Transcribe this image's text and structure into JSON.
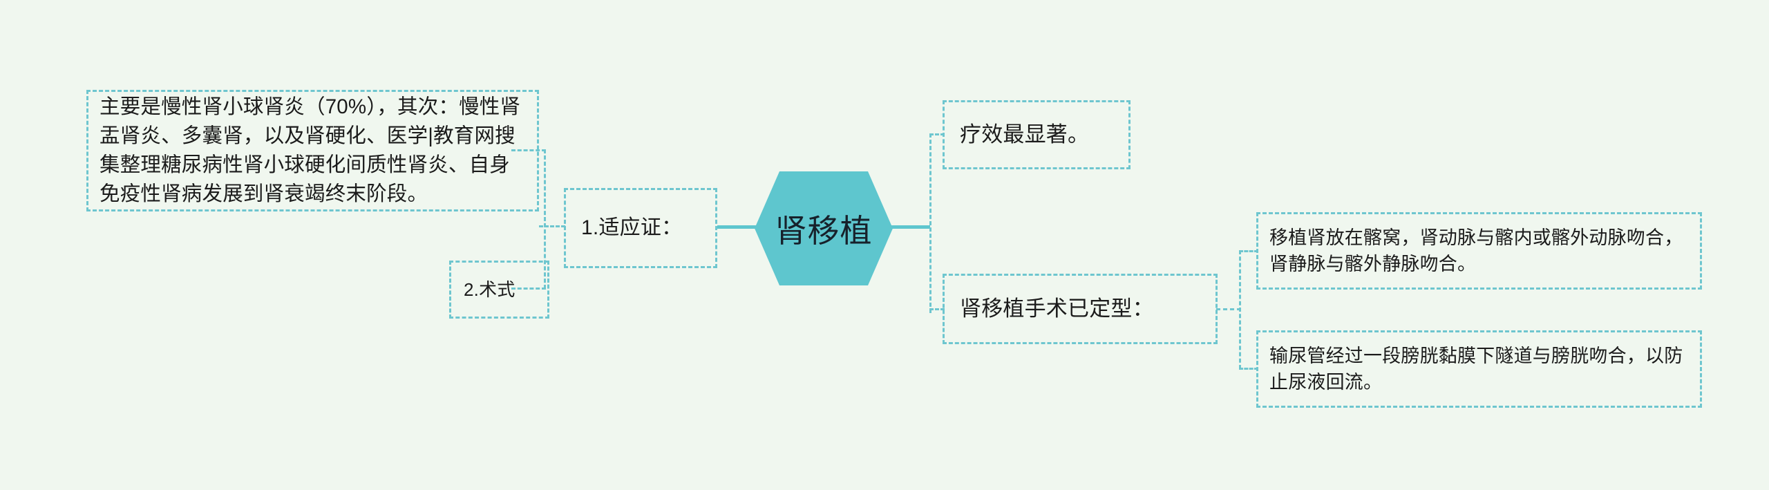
{
  "diagram": {
    "type": "mind-map",
    "background_color": "#f0f7ef",
    "accent_color": "#5ec6ce",
    "border_color": "#6ec6cf",
    "text_color": "#1b1b1b",
    "root": {
      "label": "肾移植",
      "shape": "hexagon",
      "fill": "#5ec6ce"
    },
    "branches": {
      "left": [
        {
          "id": "indications",
          "label": "1.适应证：",
          "children": [
            {
              "id": "indications-detail",
              "label": "主要是慢性肾小球肾炎（70%），其次：慢性肾盂肾炎、多囊肾，以及肾硬化、医学|教育网搜集整理糖尿病性肾小球硬化间质性肾炎、自身免疫性肾病发展到肾衰竭终末阶段。"
            }
          ]
        },
        {
          "id": "technique",
          "label": "2.术式"
        }
      ],
      "right": [
        {
          "id": "efficacy",
          "label": "疗效最显著。"
        },
        {
          "id": "procedure",
          "label": "肾移植手术已定型：",
          "children": [
            {
              "id": "placement",
              "label": "移植肾放在髂窝，肾动脉与髂内或髂外动脉吻合，肾静脉与髂外静脉吻合。"
            },
            {
              "id": "ureter",
              "label": "输尿管经过一段膀胱黏膜下隧道与膀胱吻合，以防止尿液回流。"
            }
          ]
        }
      ]
    }
  }
}
